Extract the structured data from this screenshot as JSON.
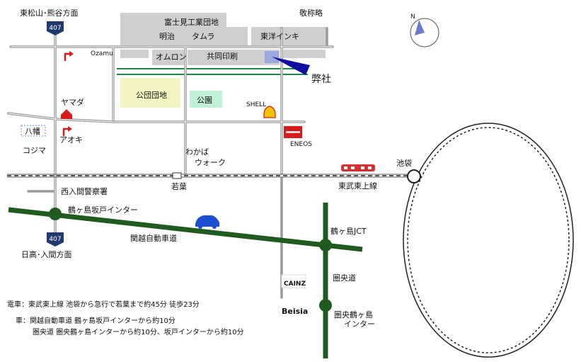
{
  "labels": {
    "higashimatsuyama": "東松山･熊谷方面",
    "keishoryaku": "敬称略",
    "fujimi": "富士見工業団地",
    "meiji": "明治",
    "tamura": "タムラ",
    "toyo_ink": "東洋インキ",
    "ozamu": "Ozamu",
    "omron": "オムロン",
    "kyodo": "共同印刷",
    "heisha": "弊社",
    "yamada": "ヤマダ",
    "kodan": "公団団地",
    "koen": "公園",
    "shell": "SHELL",
    "hachiman": "八幡",
    "aoki": "アオキ",
    "kojima": "コジマ",
    "eneos": "ENEOS",
    "wakaba_walk_1": "わかば",
    "wakaba_walk_2": "ウォーク",
    "ikebukuro": "池袋",
    "wakaba": "若葉",
    "tobu_line": "東武東上線",
    "nishiiruma": "西入間警察署",
    "tsurugashima_sakado": "鶴ヶ島坂戸インター",
    "kanetsu": "関越自動車道",
    "tsurugashima_jct": "鶴ヶ島JCT",
    "hidaka": "日高･入間方面",
    "kenodo": "圏央道",
    "cainz": "CAINZ",
    "beisia": "Beisia",
    "kenodo_ic_1": "圏央鶴ヶ島",
    "kenodo_ic_2": "インター",
    "route_407": "407",
    "north": "N"
  },
  "notes": {
    "train": "電車：東武東上線  池袋から急行で若葉まで約45分  徒歩23分",
    "car_1": "車：関越自動車道  鶴ヶ島坂戸インターから約10分",
    "car_2": "圏央道  圏央鶴ヶ島インターから約10分、坂戸インターから約10分"
  },
  "colors": {
    "road": "#9a9a9a",
    "highway": "#1f5a1f",
    "building": "#cfcfcf",
    "park": "#bff0d4",
    "danchi": "#f5f5c4",
    "target": "#9aa8e0",
    "pointer": "#1010a0",
    "trees": "#1a8a4a",
    "shell": "#f2c300",
    "eneos": "#d81a1a",
    "route_shield": "#1f3a6e",
    "car": "#1e4fd0",
    "train": "#d83030",
    "turn": "#d81a1a"
  }
}
